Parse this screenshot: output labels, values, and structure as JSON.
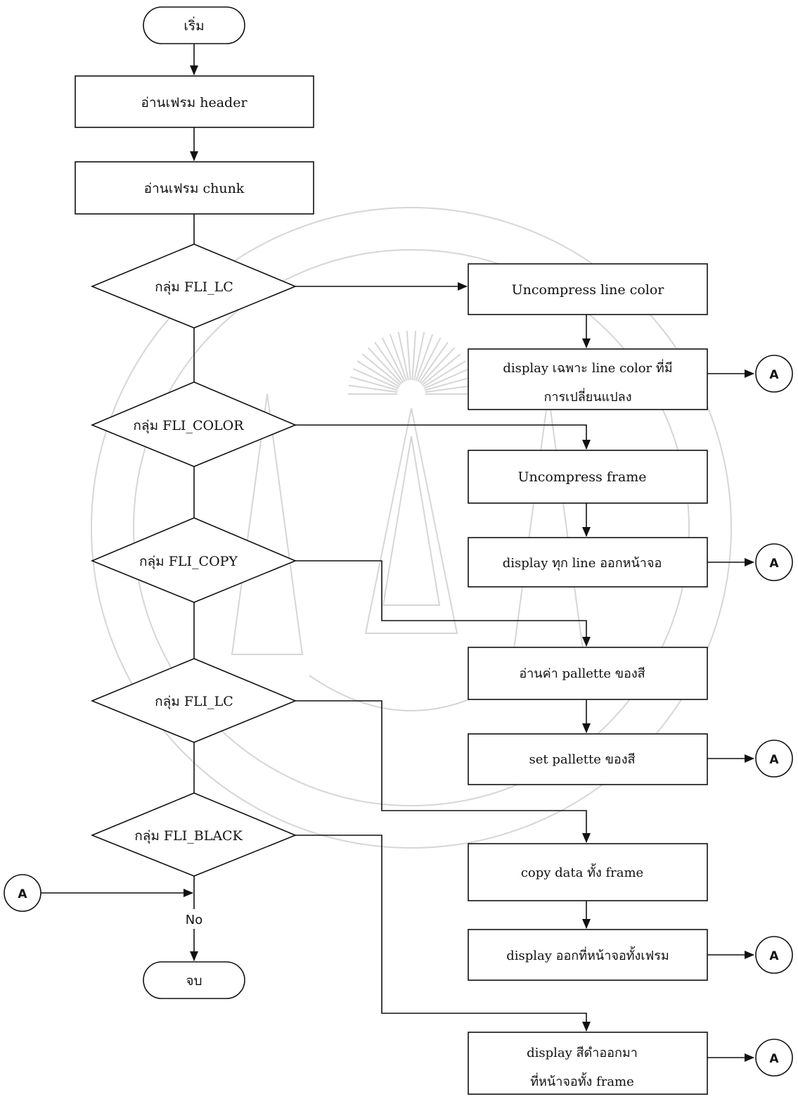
{
  "diagram": {
    "start_label": "เริ่ม",
    "end_label": "จบ",
    "read_header": "อ่านเฟรม header",
    "read_chunk": "อ่านเฟรม chunk",
    "decisions": [
      "กลุ่ม FLI_LC",
      "กลุ่ม FLI_COLOR",
      "กลุ่ม FLI_COPY",
      "กลุ่ม FLI_LC",
      "กลุ่ม FLI_BLACK"
    ],
    "processes": {
      "uncompress_line_color": "Uncompress line color",
      "display_line_color_1": "display เฉพาะ line color ที่มี",
      "display_line_color_2": "การเปลี่ยนแปลง",
      "uncompress_frame": "Uncompress frame",
      "display_all_lines": "display ทุก line ออกหน้าจอ",
      "read_palette": "อ่านค่า pallette ของสี",
      "set_palette": "set pallette ของสี",
      "copy_data": "copy data ทั้ง frame",
      "display_full_frame": "display ออกที่หน้าจอทั้งเฟรม",
      "display_black_1": "display สีดำออกมา",
      "display_black_2": "ที่หน้าจอทั้ง frame"
    },
    "connector_label": "A",
    "no_label": "No"
  }
}
